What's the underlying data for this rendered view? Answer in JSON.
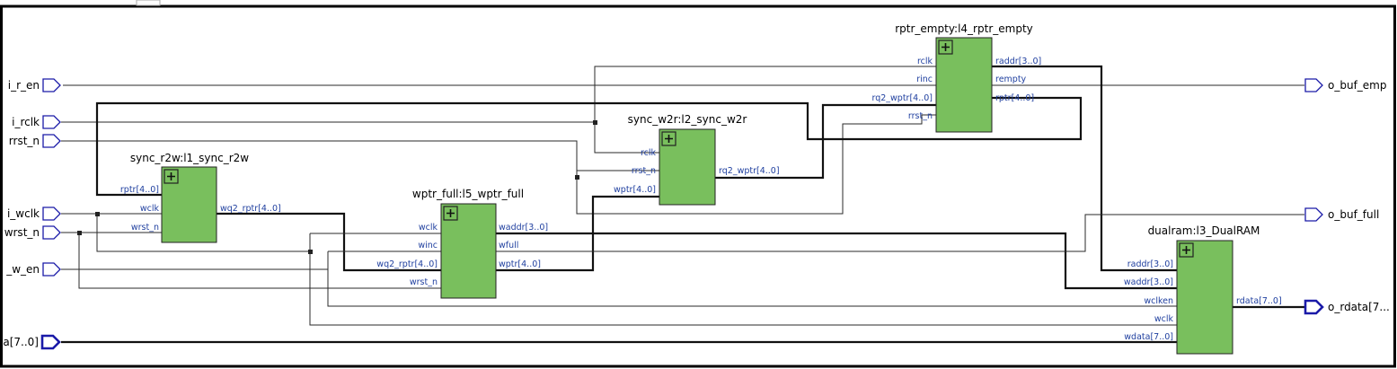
{
  "inputs": {
    "i_r_en": "i_r_en",
    "i_rclk": "i_rclk",
    "rrst_n": "rrst_n",
    "i_wclk": "i_wclk",
    "wrst_n": "wrst_n",
    "w_en": "_w_en",
    "wdata": "a[7..0]"
  },
  "outputs": {
    "o_buf_empty": "o_buf_emp",
    "o_buf_full": "o_buf_full",
    "o_rdata": "o_rdata[7..."
  },
  "blocks": {
    "sync_r2w": {
      "title": "sync_r2w:l1_sync_r2w",
      "ports_in": [
        "rptr[4..0]",
        "wclk",
        "wrst_n"
      ],
      "ports_out": [
        "wq2_rptr[4..0]"
      ]
    },
    "wptr_full": {
      "title": "wptr_full:l5_wptr_full",
      "ports_in": [
        "wclk",
        "winc",
        "wq2_rptr[4..0]",
        "wrst_n"
      ],
      "ports_out": [
        "waddr[3..0]",
        "wfull",
        "wptr[4..0]"
      ]
    },
    "sync_w2r": {
      "title": "sync_w2r:l2_sync_w2r",
      "ports_in": [
        "rclk",
        "rrst_n",
        "wptr[4..0]"
      ],
      "ports_out": [
        "rq2_wptr[4..0]"
      ]
    },
    "rptr_empty": {
      "title": "rptr_empty:l4_rptr_empty",
      "ports_in": [
        "rclk",
        "rinc",
        "rq2_wptr[4..0]",
        "rrst_n"
      ],
      "ports_out": [
        "raddr[3..0]",
        "rempty",
        "rptr[4..0]"
      ]
    },
    "dualram": {
      "title": "dualram:l3_DualRAM",
      "ports_in": [
        "raddr[3..0]",
        "waddr[3..0]",
        "wclken",
        "wclk",
        "wdata[7..0]"
      ],
      "ports_out": [
        "rdata[7..0]"
      ]
    }
  },
  "colors": {
    "block_fill": "#79bf5d",
    "pin_outline": "#1a1aa8",
    "port_label": "#1f3f9f",
    "wire": "#2a2a2a"
  },
  "icons": {
    "expand": "plus-box-icon"
  }
}
